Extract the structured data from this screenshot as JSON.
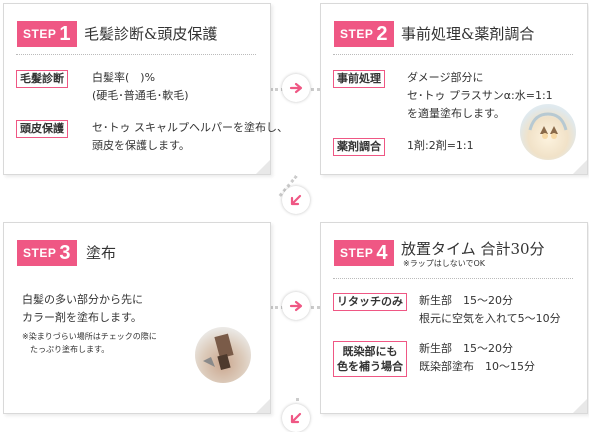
{
  "steps": [
    {
      "badge_label": "STEP",
      "number": "1",
      "title": "毛髪診断&頭皮保護",
      "rows": [
        {
          "tag": "毛髪診断",
          "lines": [
            "白髪率(　)%",
            "(硬毛･普通毛･軟毛)"
          ]
        },
        {
          "tag": "頭皮保護",
          "lines": [
            "セ･トゥ スキャルプヘルパーを塗布し、",
            "頭皮を保護します。"
          ]
        }
      ]
    },
    {
      "badge_label": "STEP",
      "number": "2",
      "title": "事前処理&薬剤調合",
      "rows": [
        {
          "tag": "事前処理",
          "lines": [
            "ダメージ部分に",
            "セ･トゥ プラスサンα:水=1:1",
            "を適量塗布します。"
          ]
        },
        {
          "tag": "薬剤調合",
          "lines": [
            "1剤:2剤=1:1"
          ]
        }
      ]
    },
    {
      "badge_label": "STEP",
      "number": "3",
      "title": "塗布",
      "body_lines": [
        "白髪の多い部分から先に",
        "カラー剤を塗布します。"
      ],
      "note_lines": [
        "※染まりづらい場所はチェックの際に",
        "たっぷり塗布します。"
      ]
    },
    {
      "badge_label": "STEP",
      "number": "4",
      "title": "放置タイム 合計30分",
      "subtitle": "※ラップはしないでOK",
      "rows": [
        {
          "tag": "リタッチのみ",
          "lines": [
            "新生部　15〜20分",
            "根元に空気を入れて5〜10分"
          ]
        },
        {
          "tag_lines": [
            "既染部にも",
            "色を補う場合"
          ],
          "lines": [
            "新生部　15〜20分",
            "既染部塗布　10〜15分"
          ]
        }
      ]
    }
  ],
  "icons": {
    "arrow": "arrow-right-circle-icon",
    "arrow_down": "arrow-down-left-circle-icon"
  },
  "colors": {
    "accent": "#ef5784",
    "border": "#d9d9d9"
  }
}
